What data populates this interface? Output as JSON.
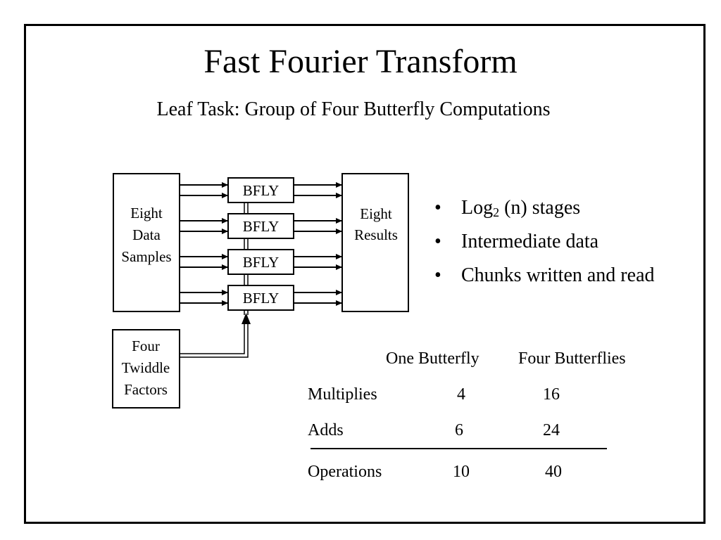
{
  "slide": {
    "title": "Fast Fourier Transform",
    "subtitle": "Leaf Task: Group of Four Butterfly Computations"
  },
  "diagram": {
    "input_box": [
      "Eight",
      "Data",
      "Samples"
    ],
    "output_box": [
      "Eight",
      "Results"
    ],
    "twiddle_box": [
      "Four",
      "Twiddle",
      "Factors"
    ],
    "butterflies": [
      "BFLY",
      "BFLY",
      "BFLY",
      "BFLY"
    ]
  },
  "bullets": [
    {
      "dot": "•",
      "prefix": "Log",
      "sub": "2",
      "suffix": " (n) stages"
    },
    {
      "dot": "•",
      "text": "Intermediate data"
    },
    {
      "dot": "•",
      "text": "Chunks  written and read"
    }
  ],
  "table": {
    "headers": [
      "One Butterfly",
      "Four Butterflies"
    ],
    "rows": [
      {
        "label": "Multiplies",
        "one": "4",
        "four": "16"
      },
      {
        "label": "Adds",
        "one": "6",
        "four": "24"
      }
    ],
    "total": {
      "label": "Operations",
      "one": "10",
      "four": "40"
    }
  }
}
